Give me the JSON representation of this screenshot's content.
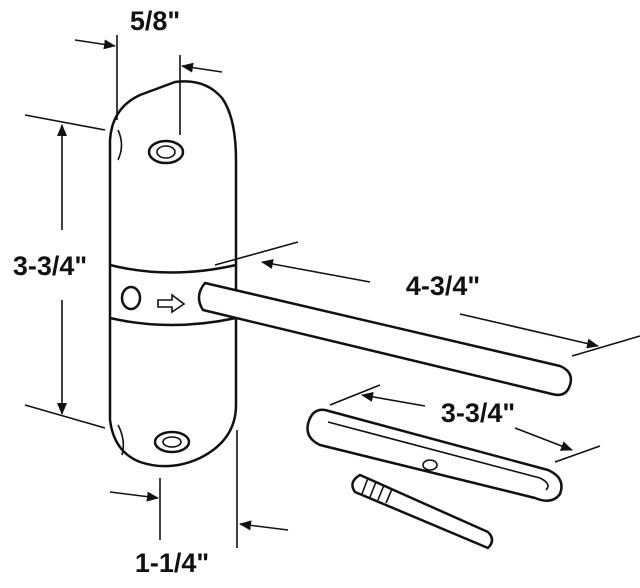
{
  "dimensions": {
    "width_label": "5/8\"",
    "body_height_label": "3-3/4\"",
    "arm_length_label": "4-3/4\"",
    "clip_length_label": "3-3/4\"",
    "mount_width_label": "1-1/4\""
  },
  "colors": {
    "line": "#111111",
    "background": "#ffffff"
  }
}
